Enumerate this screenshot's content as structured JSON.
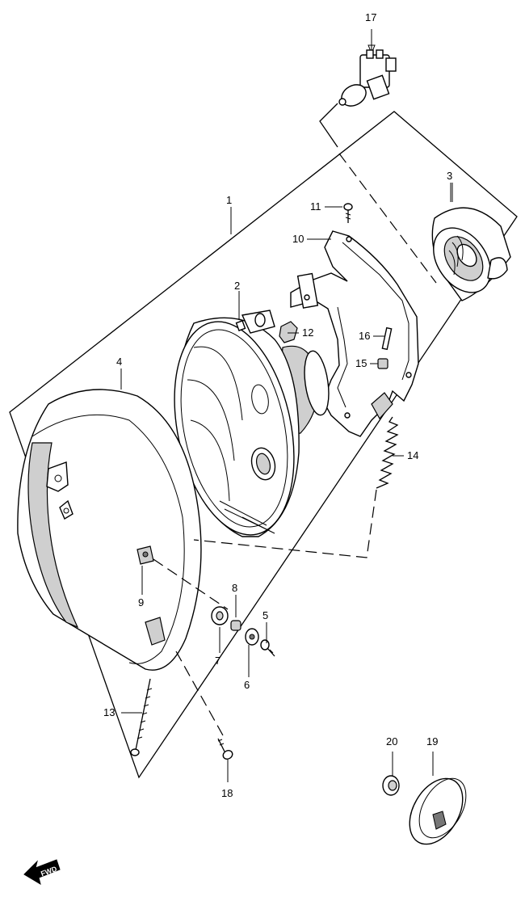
{
  "callouts": [
    {
      "id": "c1",
      "text": "1"
    },
    {
      "id": "c2",
      "text": "2"
    },
    {
      "id": "c3",
      "text": "3"
    },
    {
      "id": "c4",
      "text": "4"
    },
    {
      "id": "c5",
      "text": "5"
    },
    {
      "id": "c6",
      "text": "6"
    },
    {
      "id": "c7",
      "text": "7"
    },
    {
      "id": "c8",
      "text": "8"
    },
    {
      "id": "c9",
      "text": "9"
    },
    {
      "id": "c10",
      "text": "10"
    },
    {
      "id": "c11",
      "text": "11"
    },
    {
      "id": "c12",
      "text": "12"
    },
    {
      "id": "c13",
      "text": "13"
    },
    {
      "id": "c14",
      "text": "14"
    },
    {
      "id": "c15",
      "text": "15"
    },
    {
      "id": "c16",
      "text": "16"
    },
    {
      "id": "c17",
      "text": "17"
    },
    {
      "id": "c18",
      "text": "18"
    },
    {
      "id": "c19",
      "text": "19"
    },
    {
      "id": "c20",
      "text": "20"
    }
  ],
  "fwd_arrow": {
    "text": "FWD"
  }
}
